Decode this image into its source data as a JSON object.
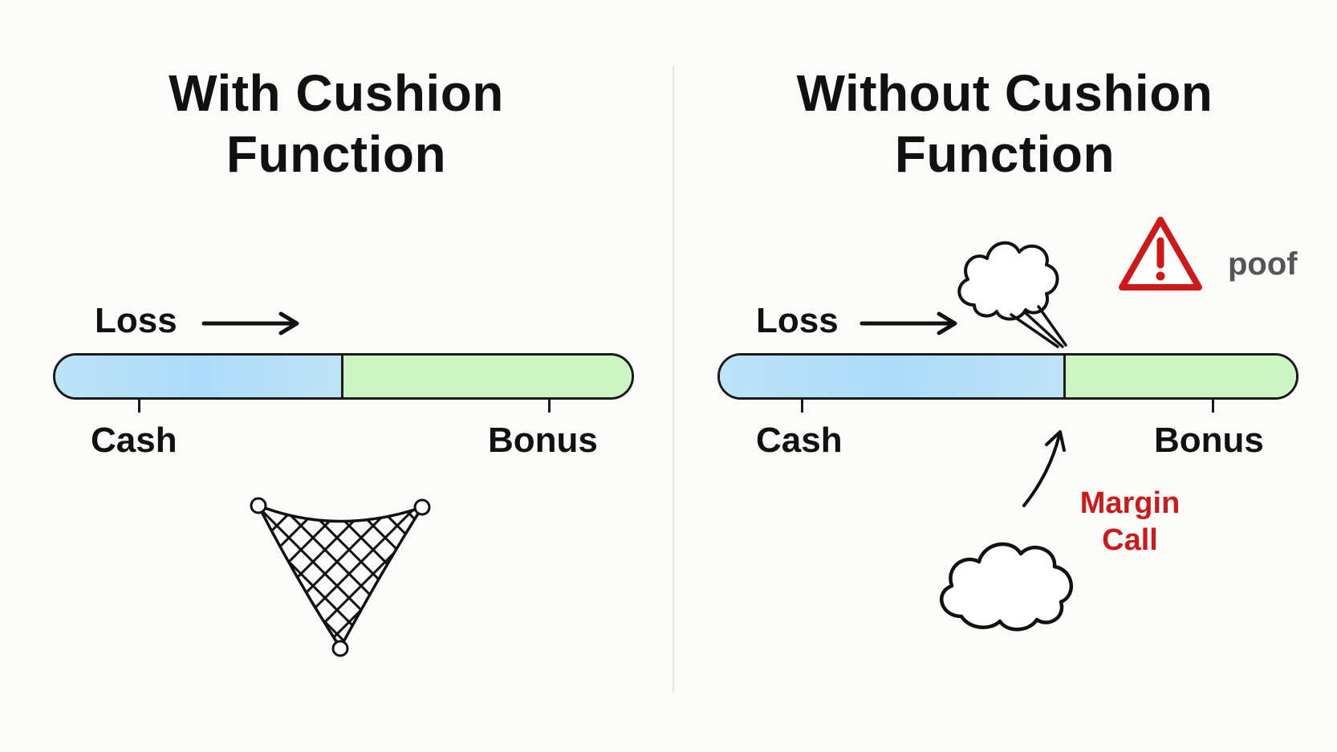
{
  "left": {
    "title_line1": "With Cushion",
    "title_line2": "Function",
    "loss_label": "Loss",
    "cash_label": "Cash",
    "bonus_label": "Bonus",
    "cash_fraction": 0.5
  },
  "right": {
    "title_line1": "Without Cushion",
    "title_line2": "Function",
    "loss_label": "Loss",
    "cash_label": "Cash",
    "bonus_label": "Bonus",
    "cash_fraction": 0.6,
    "poof_label": "poof",
    "margin_call_line1": "Margin",
    "margin_call_line2": "Call"
  },
  "colors": {
    "cash": "#acdcfa",
    "bonus": "#cdf5c4",
    "warning_red": "#cc1a1a",
    "outline": "#1a1a1a"
  },
  "icons": {
    "left_art": "safety-net-icon",
    "right_top_art": "explosion-cloud-icon",
    "right_warning": "warning-triangle-icon",
    "right_bottom_art": "cloud-icon"
  }
}
